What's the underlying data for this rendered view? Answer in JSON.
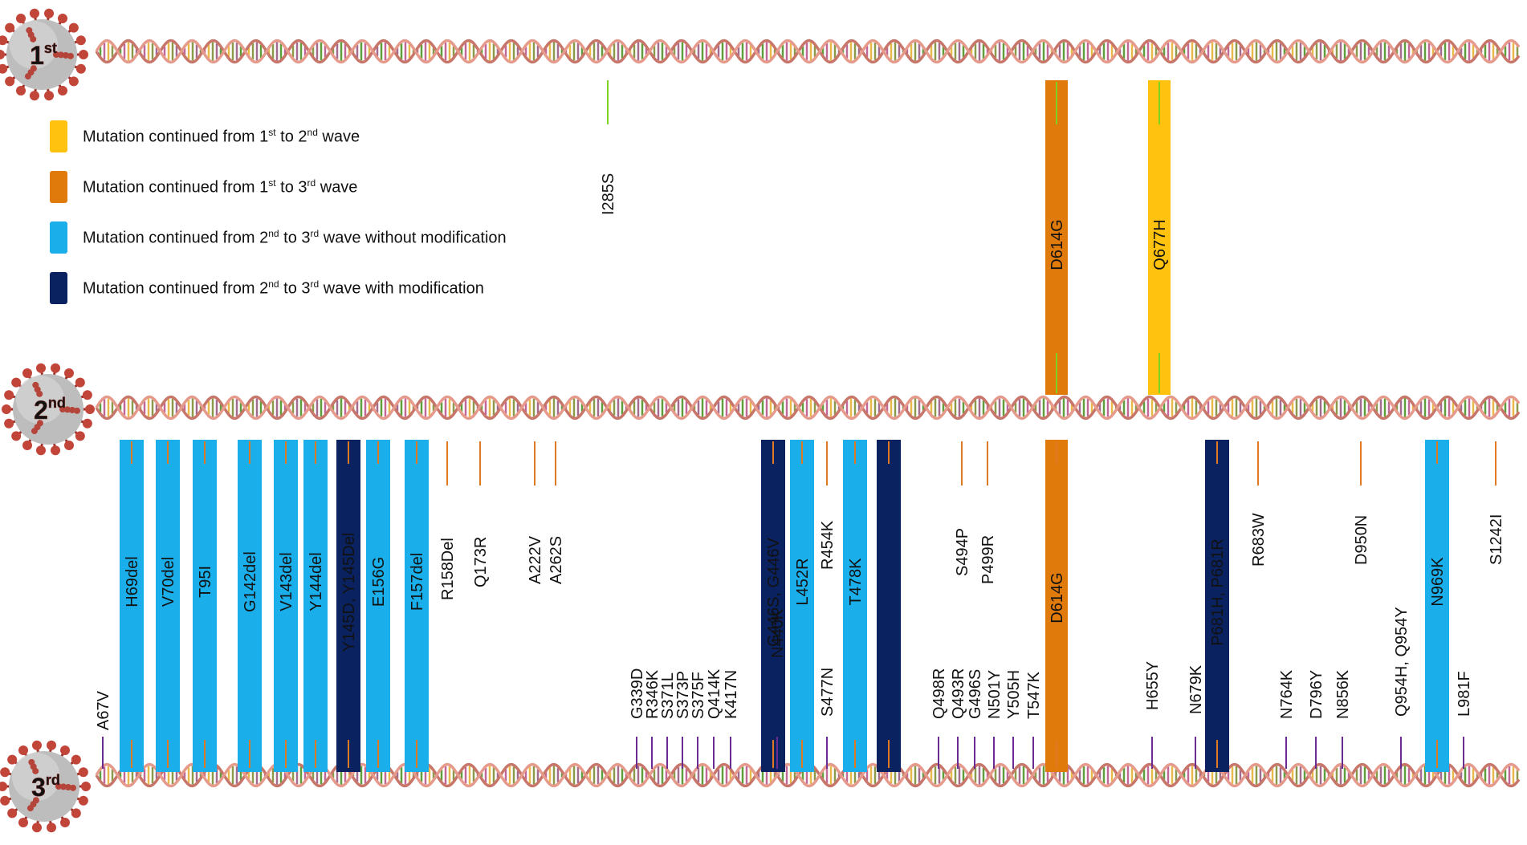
{
  "colors": {
    "w1_to_w2": "#FFC20E",
    "w1_to_w3": "#E07A0B",
    "w2_to_w3_same": "#1AAEEB",
    "w2_to_w3_modified": "#0B2260",
    "tick_wave1": "#7ED321",
    "tick_wave2": "#E07A22",
    "tick_wave3": "#6A2C91",
    "helix_strand": "#E59A8C",
    "virus": "#B5443A"
  },
  "waves": [
    {
      "num": "1",
      "sup": "st"
    },
    {
      "num": "2",
      "sup": "nd"
    },
    {
      "num": "3",
      "sup": "rd"
    }
  ],
  "legend": [
    {
      "text": "Mutation continued from 1",
      "sup1": "st",
      "mid": " to 2",
      "sup2": "nd",
      "end": " wave",
      "color_key": "w1_to_w2"
    },
    {
      "text": "Mutation continued from 1",
      "sup1": "st",
      "mid": " to 3",
      "sup2": "rd",
      "end": "  wave",
      "color_key": "w1_to_w3"
    },
    {
      "text": "Mutation continued from 2",
      "sup1": "nd",
      "mid": "  to 3",
      "sup2": "rd",
      "end": "  wave without modification",
      "color_key": "w2_to_w3_same"
    },
    {
      "text": "Mutation continued from 2",
      "sup1": "nd",
      "mid": "  to 3",
      "sup2": "rd",
      "end": "  wave with modification",
      "color_key": "w2_to_w3_modified"
    }
  ],
  "wave1_mutations": [
    {
      "label": "I285S",
      "pos": 285
    },
    {
      "label": "D614G",
      "pos": 614,
      "band": "w1_to_w3"
    },
    {
      "label": "Q677H",
      "pos": 677,
      "band": "w1_to_w2"
    }
  ],
  "wave2_bands": [
    {
      "label": "H69del",
      "pos": 69,
      "band": "w2_to_w3_same"
    },
    {
      "label": "V70del",
      "pos": 70,
      "band": "w2_to_w3_same"
    },
    {
      "label": "T95I",
      "pos": 95,
      "band": "w2_to_w3_same"
    },
    {
      "label": "G142del",
      "pos": 142,
      "band": "w2_to_w3_same"
    },
    {
      "label": "V143del",
      "pos": 143,
      "band": "w2_to_w3_same"
    },
    {
      "label": "Y144del",
      "pos": 144,
      "band": "w2_to_w3_same"
    },
    {
      "label": "Y145D, Y145Del",
      "pos": 145,
      "band": "w2_to_w3_modified"
    },
    {
      "label": "E156G",
      "pos": 156,
      "band": "w2_to_w3_same"
    },
    {
      "label": "F157del",
      "pos": 157,
      "band": "w2_to_w3_same"
    },
    {
      "label": "G446S, G446V",
      "pos": 446,
      "band": "w2_to_w3_modified"
    },
    {
      "label": "L452R",
      "pos": 452,
      "band": "w2_to_w3_same"
    },
    {
      "label": "T478K",
      "pos": 478,
      "band": "w2_to_w3_same"
    },
    {
      "label": "",
      "pos": 484,
      "band": "w2_to_w3_modified"
    },
    {
      "label": "D614G",
      "pos": 614,
      "band": "w1_to_w3"
    },
    {
      "label": "P681H, P681R",
      "pos": 681,
      "band": "w2_to_w3_modified"
    },
    {
      "label": "N969K",
      "pos": 969,
      "band": "w2_to_w3_same"
    }
  ],
  "wave2_only": [
    {
      "label": "R158Del",
      "pos": 158
    },
    {
      "label": "Q173R",
      "pos": 173
    },
    {
      "label": "A222V",
      "pos": 222
    },
    {
      "label": "A262S",
      "pos": 262
    },
    {
      "label": "R454K",
      "pos": 454
    },
    {
      "label": "S494P",
      "pos": 494
    },
    {
      "label": "P499R",
      "pos": 499
    },
    {
      "label": "R683W",
      "pos": 683
    },
    {
      "label": "D950N",
      "pos": 950
    },
    {
      "label": "S1242I",
      "pos": 1242
    }
  ],
  "wave3_only": [
    {
      "label": "A67V",
      "pos": 67
    },
    {
      "label": "G339D",
      "pos": 339
    },
    {
      "label": "R346K",
      "pos": 346
    },
    {
      "label": "S371L",
      "pos": 371
    },
    {
      "label": "S373P",
      "pos": 373
    },
    {
      "label": "S375F",
      "pos": 375
    },
    {
      "label": "Q414K",
      "pos": 414
    },
    {
      "label": "K417N",
      "pos": 417
    },
    {
      "label": "N440K",
      "pos": 440
    },
    {
      "label": "S477N",
      "pos": 477
    },
    {
      "label": "Q498R",
      "pos": 498
    },
    {
      "label": "Q493R",
      "pos": 493
    },
    {
      "label": "G496S",
      "pos": 496
    },
    {
      "label": "N501Y",
      "pos": 501
    },
    {
      "label": "Y505H",
      "pos": 505
    },
    {
      "label": "T547K",
      "pos": 547
    },
    {
      "label": "H655Y",
      "pos": 655
    },
    {
      "label": "N679K",
      "pos": 679
    },
    {
      "label": "N764K",
      "pos": 764
    },
    {
      "label": "D796Y",
      "pos": 796
    },
    {
      "label": "N856K",
      "pos": 856
    },
    {
      "label": "Q954H, Q954Y",
      "pos": 954
    },
    {
      "label": "L981F",
      "pos": 981
    }
  ]
}
